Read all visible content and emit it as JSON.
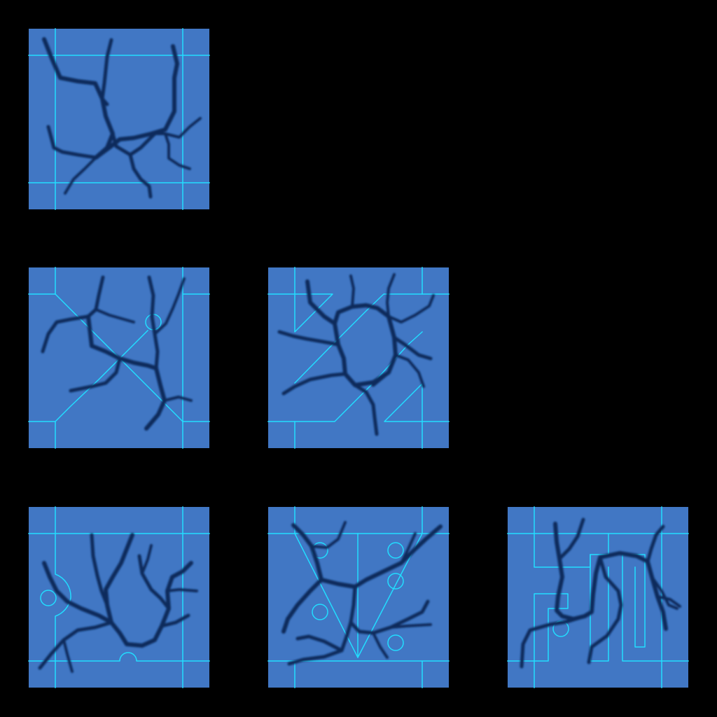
{
  "sheet": {
    "background_color": "#000000",
    "tile_color": "#4177c4",
    "circuit_color": "#22ddff",
    "crack_color": "#0b2c5c",
    "tiles": [
      {
        "id": "tile-1",
        "kind": "cracked-floor-tile",
        "circuit_pattern": "frame-grid"
      },
      {
        "id": "tile-2",
        "kind": "cracked-floor-tile",
        "circuit_pattern": "diagonal-with-node"
      },
      {
        "id": "tile-3",
        "kind": "cracked-floor-tile",
        "circuit_pattern": "triangles-and-diagonals"
      },
      {
        "id": "tile-4",
        "kind": "cracked-floor-tile",
        "circuit_pattern": "arc-notch-with-node"
      },
      {
        "id": "tile-5",
        "kind": "cracked-floor-tile",
        "circuit_pattern": "v-shape-with-nodes"
      },
      {
        "id": "tile-6",
        "kind": "cracked-floor-tile",
        "circuit_pattern": "maze-lines-with-node"
      }
    ]
  }
}
